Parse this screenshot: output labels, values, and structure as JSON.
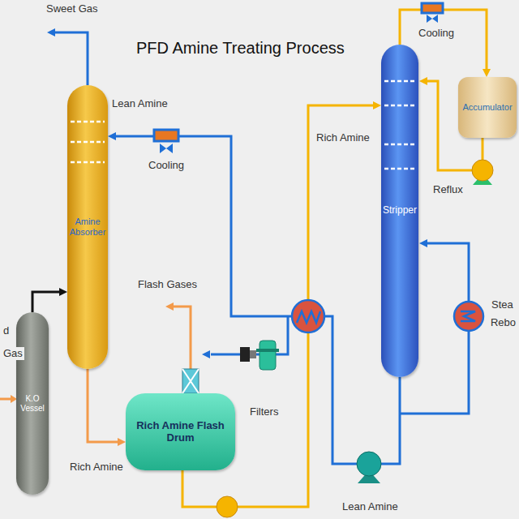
{
  "diagram": {
    "title": "PFD Amine Treating Process",
    "nodes": [
      {
        "text": [
          "Amine Absorber"
        ]
      },
      {
        "text": [
          "K.O Vessel"
        ]
      },
      {
        "text": [
          "Rich Amine Flash Drum"
        ]
      },
      {
        "text": [
          "Stripper"
        ]
      },
      {
        "text": [
          "Accumulator"
        ]
      }
    ],
    "edges": [
      {
        "from": 1,
        "to": 0,
        "arrow": "to"
      },
      {
        "from": 0,
        "to": 2,
        "arrow": "to"
      },
      {
        "from": 3,
        "to": 4,
        "arrow": "to"
      },
      {
        "from": 2,
        "to": 3,
        "arrow": "to"
      },
      {
        "from": 3,
        "to": 0,
        "arrow": "to"
      }
    ],
    "labels": [
      "Sweet Gas",
      "Lean Amine",
      "Cooling",
      "Flash Gases",
      "Rich Amine",
      "Filters",
      "Rich Amine",
      "Cooling",
      "Reflux",
      "Stea",
      "Rebo",
      "d",
      "Gas",
      "Lean Amine"
    ]
  }
}
